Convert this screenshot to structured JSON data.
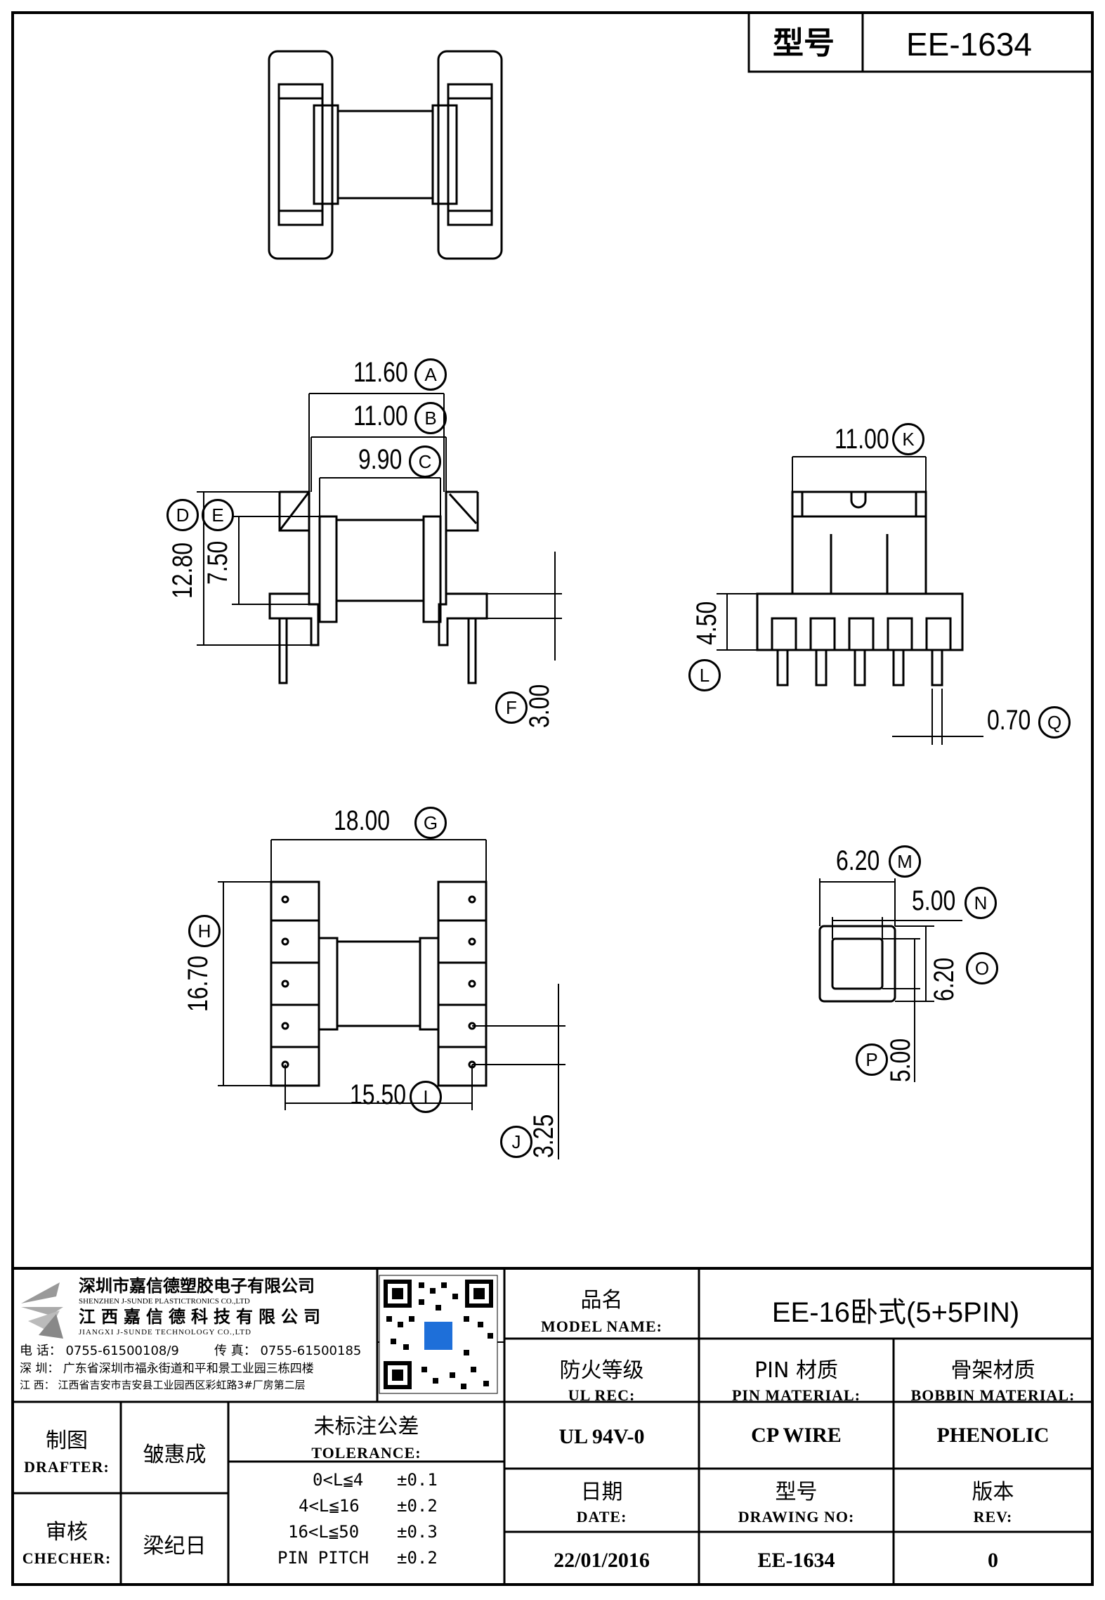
{
  "header": {
    "model_label": "型号",
    "model_value": "EE-1634"
  },
  "dimensions": [
    {
      "key": "A",
      "value": "11.60"
    },
    {
      "key": "B",
      "value": "11.00"
    },
    {
      "key": "C",
      "value": "9.90"
    },
    {
      "key": "D",
      "value": "12.80"
    },
    {
      "key": "E",
      "value": "7.50"
    },
    {
      "key": "F",
      "value": "3.00"
    },
    {
      "key": "G",
      "value": "18.00"
    },
    {
      "key": "H",
      "value": "16.70"
    },
    {
      "key": "I",
      "value": "15.50"
    },
    {
      "key": "J",
      "value": "3.25"
    },
    {
      "key": "K",
      "value": "11.00"
    },
    {
      "key": "L",
      "value": "4.50"
    },
    {
      "key": "M",
      "value": "6.20"
    },
    {
      "key": "N",
      "value": "5.00"
    },
    {
      "key": "O",
      "value": "6.20"
    },
    {
      "key": "P",
      "value": "5.00"
    },
    {
      "key": "Q",
      "value": "0.70"
    }
  ],
  "company": {
    "name_sz": "深圳市嘉信德塑胶电子有限公司",
    "name_sz_en": "SHENZHEN J-SUNDE PLASTICTRONICS CO.,LTD",
    "name_jx": "江西嘉信德科技有限公司",
    "name_jx_en": "JIANGXI J-SUNDE TECHNOLOGY CO.,LTD",
    "tel": "电 话： 0755-61500108/9",
    "fax": "传 真： 0755-61500185",
    "addr_sz": "深 圳： 广东省深圳市福永街道和平和景工业园三栋四楼",
    "addr_jx": "江 西： 江西省吉安市吉安县工业园西区彩虹路3#厂房第二层"
  },
  "title_block": {
    "model_name_cn": "品名",
    "model_name_en": "MODEL NAME:",
    "model_name_value": "EE-16卧式(5+5PIN)",
    "ul_cn": "防火等级",
    "ul_en": "UL REC:",
    "pin_mat_cn": "PIN 材质",
    "pin_mat_en": "PIN MATERIAL:",
    "bobbin_mat_cn": "骨架材质",
    "bobbin_mat_en": "BOBBIN MATERIAL:",
    "ul_value": "UL 94V-0",
    "pin_mat_value": "CP WIRE",
    "bobbin_mat_value": "PHENOLIC",
    "date_cn": "日期",
    "date_en": "DATE:",
    "drawing_no_cn": "型号",
    "drawing_no_en": "DRAWING NO:",
    "rev_cn": "版本",
    "rev_en": "REV:",
    "date_value": "22/01/2016",
    "drawing_no_value": "EE-1634",
    "rev_value": "0",
    "drafter_cn": "制图",
    "drafter_en": "DRAFTER:",
    "drafter_name": "皱惠成",
    "checker_cn": "审核",
    "checker_en": "CHECHER:",
    "checker_name": "梁纪日",
    "tolerance_cn": "未标注公差",
    "tolerance_en": "TOLERANCE:",
    "tolerances": [
      {
        "range": "0<L≦4",
        "value": "±0.1"
      },
      {
        "range": "4<L≦16",
        "value": "±0.2"
      },
      {
        "range": "16<L≦50",
        "value": "±0.3"
      },
      {
        "range": "PIN PITCH",
        "value": "±0.2"
      }
    ]
  }
}
